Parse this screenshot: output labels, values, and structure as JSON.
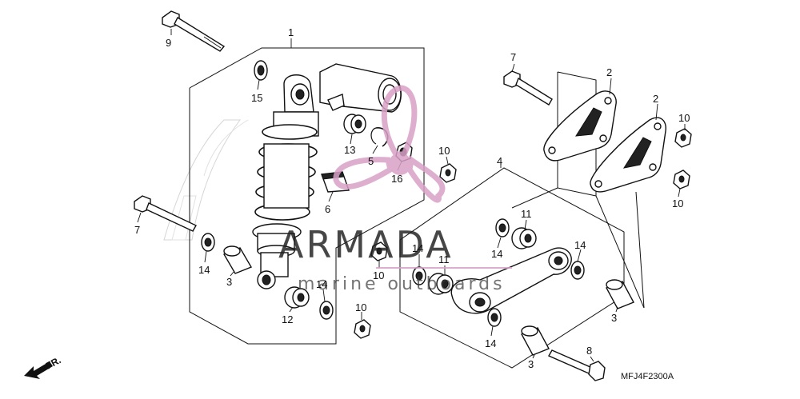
{
  "diagram_code": "MFJ4F2300A",
  "direction_label": "FR.",
  "watermark": {
    "brand": "ARMADA",
    "tagline": "marine outboards"
  },
  "callouts": [
    "1",
    "2",
    "2",
    "3",
    "3",
    "3",
    "4",
    "5",
    "6",
    "7",
    "7",
    "8",
    "9",
    "10",
    "10",
    "10",
    "10",
    "10",
    "11",
    "11",
    "12",
    "13",
    "14",
    "14",
    "14",
    "14",
    "14",
    "15",
    "16"
  ],
  "colors": {
    "line": "#111111",
    "logo_pink": "#d9a0c7",
    "bg": "#ffffff"
  }
}
